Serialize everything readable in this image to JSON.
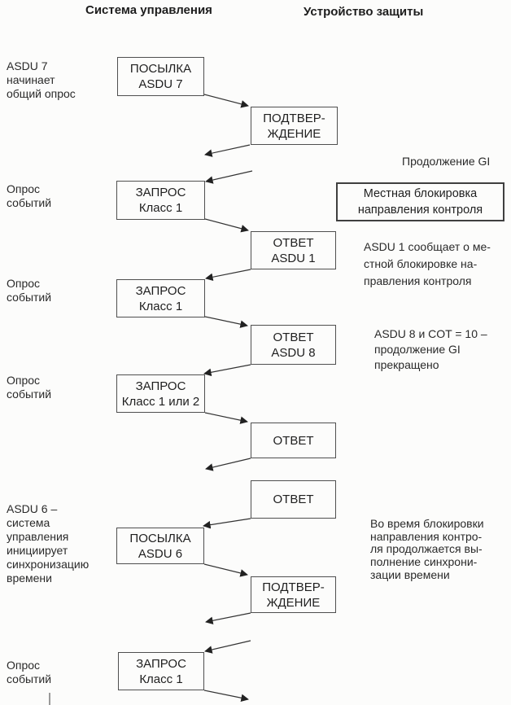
{
  "headers": {
    "control_system": "Система управления",
    "protection_device": "Устройство защиты"
  },
  "side_notes": [
    {
      "text": "ASDU 7\nначинает\nобщий опрос"
    },
    {
      "text": "Опрос\nсобытий"
    },
    {
      "text": "Опрос\nсобытий"
    },
    {
      "text": "Опрос\nсобытий"
    },
    {
      "text": "ASDU 6 –\nсистема\nуправления\nинициирует\nсинхронизацию\nвремени"
    },
    {
      "text": "Опрос\nсобытий"
    }
  ],
  "boxes": [
    {
      "label": "ПОСЫЛКА\nASDU 7"
    },
    {
      "label": "ПОДТВЕР-\nЖДЕНИЕ"
    },
    {
      "label": "ЗАПРОС\nКласс 1"
    },
    {
      "label": "ОТВЕТ\nASDU 1"
    },
    {
      "label": "ЗАПРОС\nКласс 1"
    },
    {
      "label": "ОТВЕТ\nASDU 8"
    },
    {
      "label": "ЗАПРОС\nКласс 1 или 2"
    },
    {
      "label": "ОТВЕТ"
    },
    {
      "label": "ОТВЕТ"
    },
    {
      "label": "ПОСЫЛКА\nASDU 6"
    },
    {
      "label": "ПОДТВЕР-\nЖДЕНИЕ"
    },
    {
      "label": "ЗАПРОС\nКласс 1"
    }
  ],
  "right_column": {
    "gi_continuation": "Продолжение GI",
    "local_blocking_box": "Местная блокировка\nнаправления контроля",
    "note_asdu1": "ASDU 1 сообщает о ме-\nстной блокировке на-\nправления контроля",
    "note_asdu8": "ASDU 8 и COT = 10 –\nпродолжение GI\nпрекращено",
    "note_time_sync": "Во время блокировки\nнаправления контро-\nля продолжается вы-\nполнение синхрони-\nзации времени"
  },
  "colors": {
    "ink": "#222222",
    "box_border": "#4f4f4f",
    "paper": "#fcfcfb"
  }
}
